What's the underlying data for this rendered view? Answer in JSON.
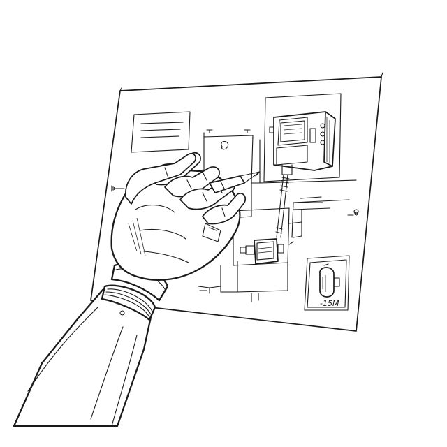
{
  "scene": {
    "description_hidden": "",
    "scale_note": "-15M",
    "colors": {
      "ink": "#1a1a1a",
      "paper": "#ffffff"
    },
    "icons": [
      "robotic-hand",
      "pencil",
      "blueprint-sheet",
      "control-box",
      "pump-valve",
      "gauge-device"
    ]
  }
}
